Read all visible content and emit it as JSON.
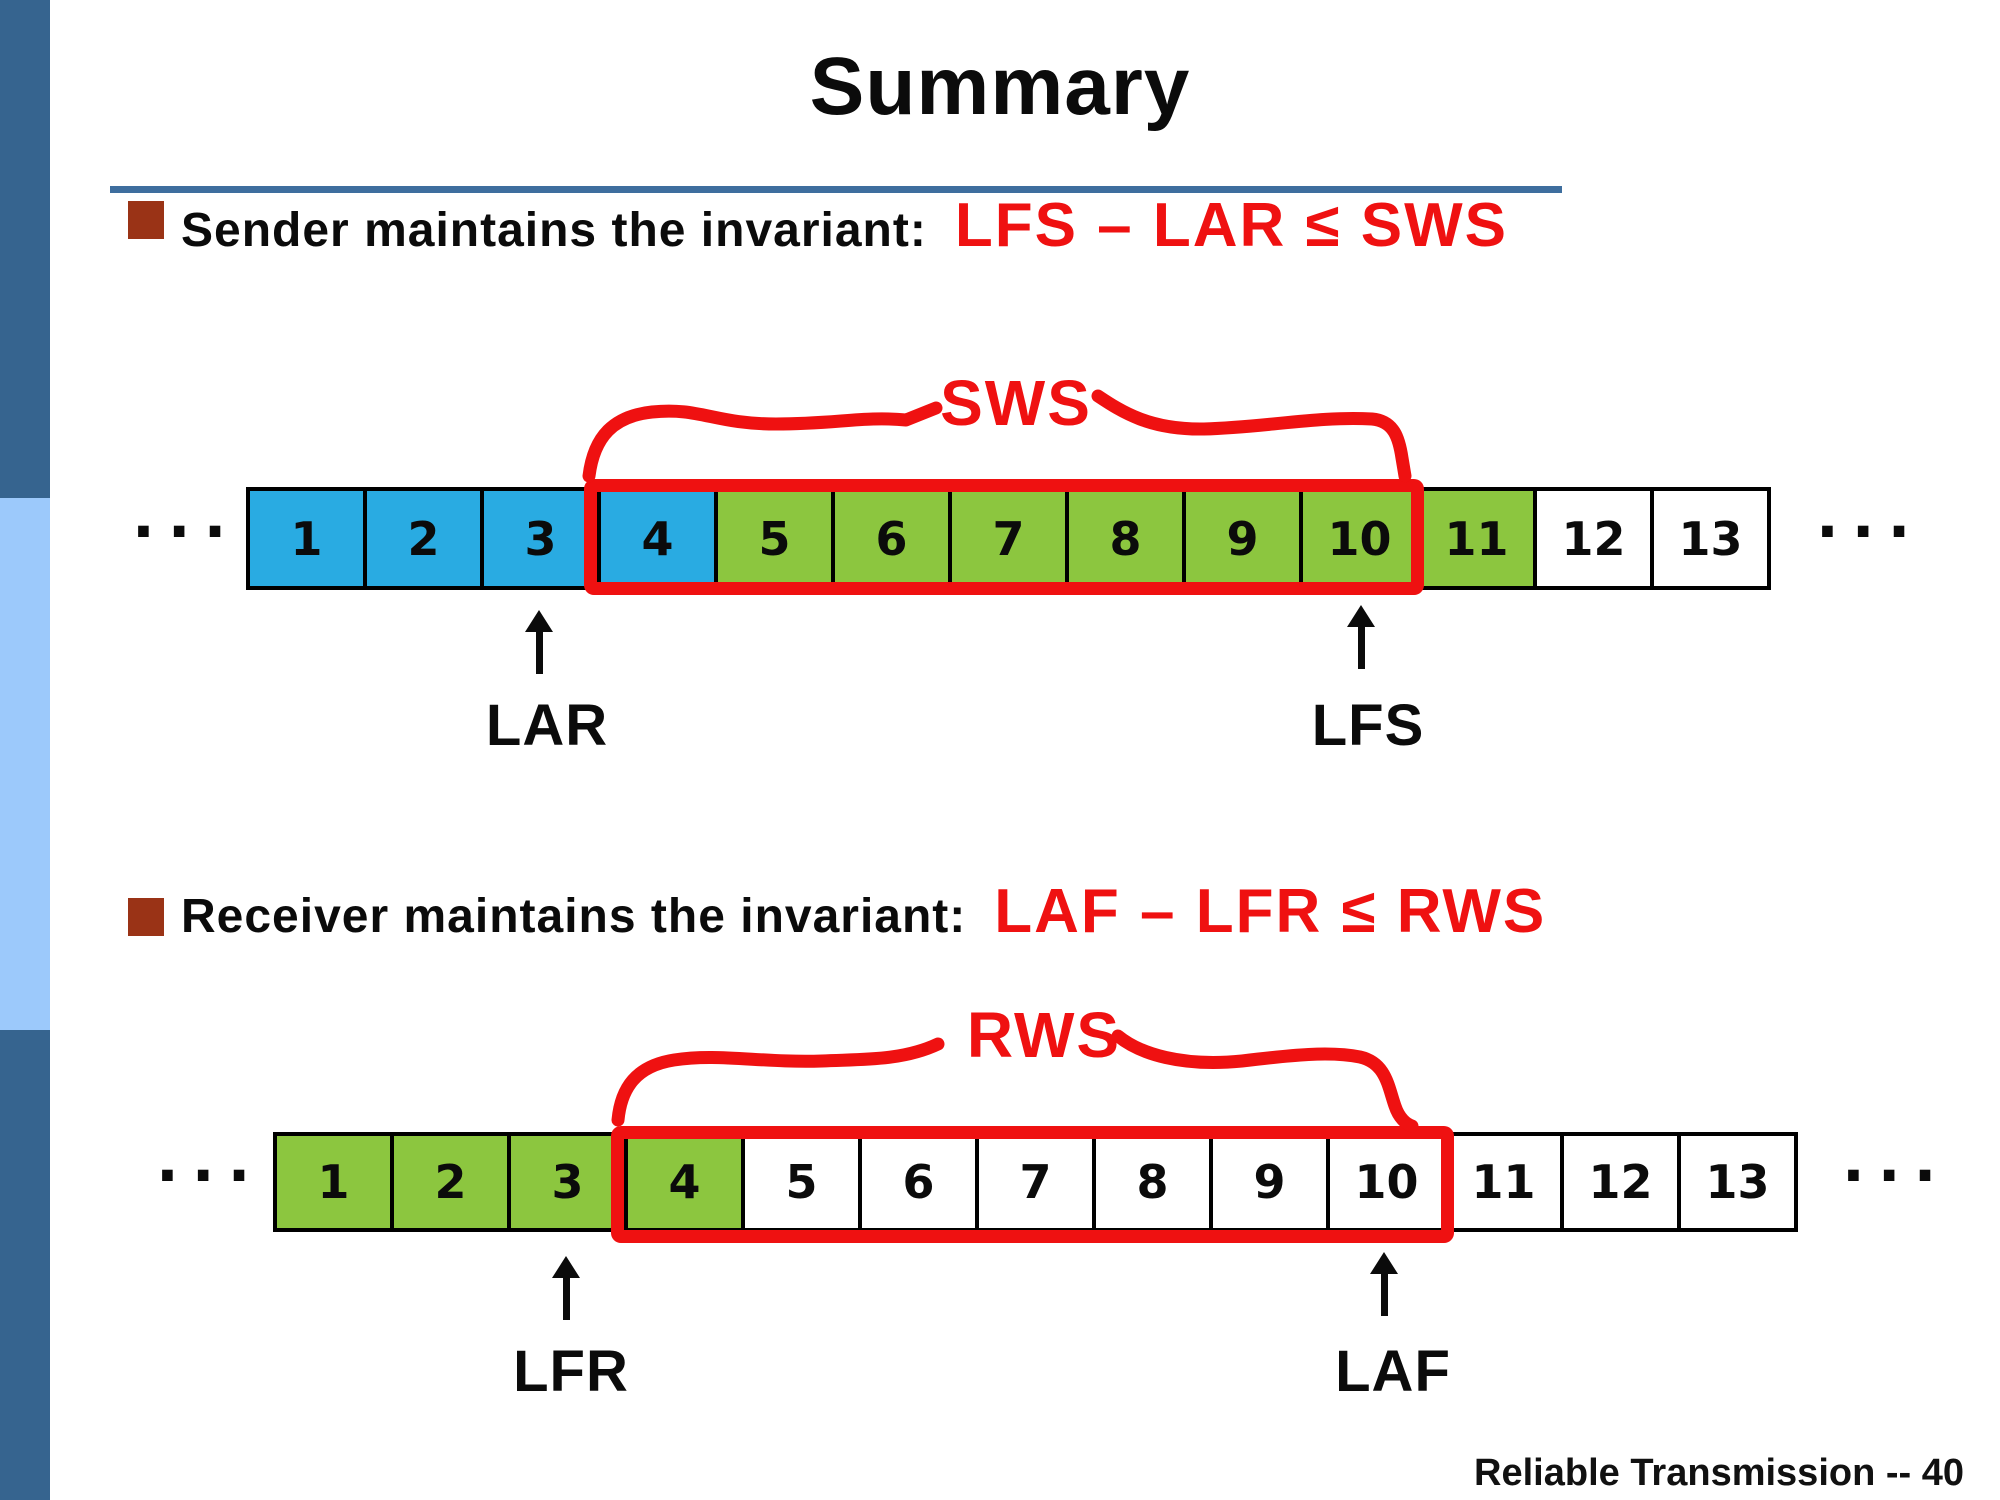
{
  "slide": {
    "title": "Summary",
    "footer": "Reliable Transmission -- 40"
  },
  "bullets": [
    {
      "label": "Sender maintains the invariant:",
      "formula": "LFS – LAR ≤ SWS"
    },
    {
      "label": "Receiver maintains the invariant:",
      "formula": "LAF – LFR ≤ RWS"
    }
  ],
  "colors": {
    "accent_red": "#EF1111",
    "box_blue": "#29ABE2",
    "box_green": "#8CC63F",
    "sidebar_dark": "#36648F",
    "sidebar_light": "#9CC9FB",
    "rule_blue": "#3E6E9E",
    "bullet_brown": "#9A3316"
  },
  "diagrams": [
    {
      "name": "sender",
      "window_label": "SWS",
      "window": {
        "from_cell": "4",
        "to_cell": "10"
      },
      "left_ellipsis": "...",
      "right_ellipsis": "...",
      "pointers": [
        {
          "label": "LAR",
          "points_to_cell": "3"
        },
        {
          "label": "LFS",
          "points_to_cell": "10"
        }
      ],
      "cells": [
        {
          "num": "1",
          "fill": "blue"
        },
        {
          "num": "2",
          "fill": "blue"
        },
        {
          "num": "3",
          "fill": "blue"
        },
        {
          "num": "4",
          "fill": "blue"
        },
        {
          "num": "5",
          "fill": "green"
        },
        {
          "num": "6",
          "fill": "green"
        },
        {
          "num": "7",
          "fill": "green"
        },
        {
          "num": "8",
          "fill": "green"
        },
        {
          "num": "9",
          "fill": "green"
        },
        {
          "num": "10",
          "fill": "green"
        },
        {
          "num": "11",
          "fill": "green"
        },
        {
          "num": "12",
          "fill": "white"
        },
        {
          "num": "13",
          "fill": "white"
        }
      ]
    },
    {
      "name": "receiver",
      "window_label": "RWS",
      "window": {
        "from_cell": "4",
        "to_cell": "10"
      },
      "left_ellipsis": "...",
      "right_ellipsis": "...",
      "pointers": [
        {
          "label": "LFR",
          "points_to_cell": "3"
        },
        {
          "label": "LAF",
          "points_to_cell": "10"
        }
      ],
      "cells": [
        {
          "num": "1",
          "fill": "green"
        },
        {
          "num": "2",
          "fill": "green"
        },
        {
          "num": "3",
          "fill": "green"
        },
        {
          "num": "4",
          "fill": "green"
        },
        {
          "num": "5",
          "fill": "white"
        },
        {
          "num": "6",
          "fill": "white"
        },
        {
          "num": "7",
          "fill": "white"
        },
        {
          "num": "8",
          "fill": "white"
        },
        {
          "num": "9",
          "fill": "white"
        },
        {
          "num": "10",
          "fill": "white"
        },
        {
          "num": "11",
          "fill": "white"
        },
        {
          "num": "12",
          "fill": "white"
        },
        {
          "num": "13",
          "fill": "white"
        }
      ]
    }
  ]
}
